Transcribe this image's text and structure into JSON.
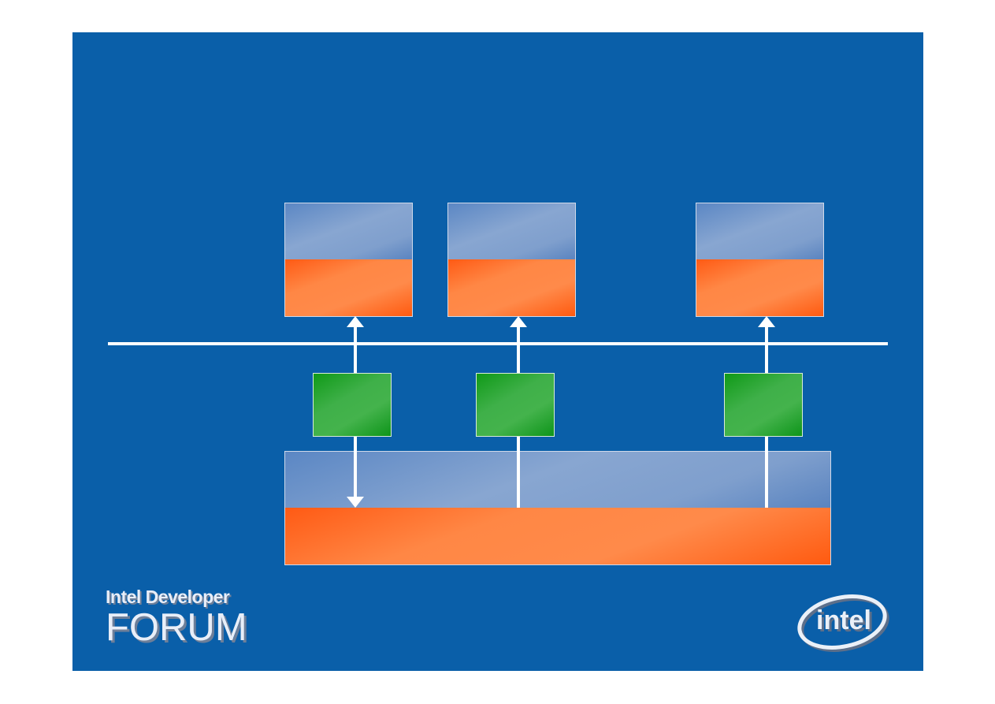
{
  "logos": {
    "idf_line1": "Intel Developer",
    "idf_line2": "FORUM",
    "intel": "intel"
  },
  "colors": {
    "background": "#0a5fa9",
    "box_top": "#88a6d1",
    "box_bottom": "#ff8745",
    "green_block": "#3fb049",
    "line": "#ffffff"
  }
}
